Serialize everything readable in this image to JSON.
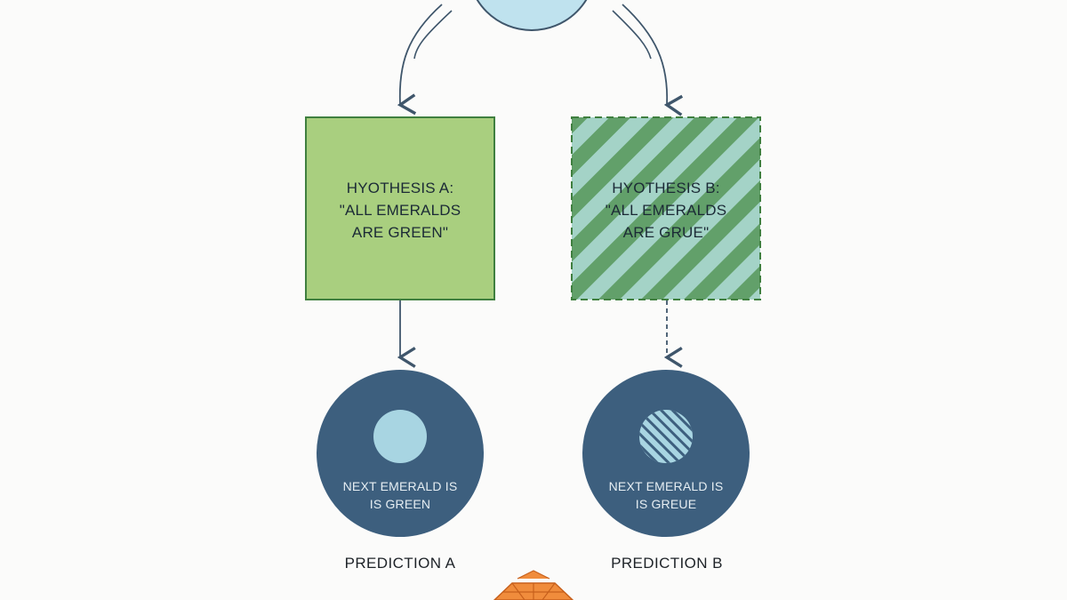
{
  "hypotheses": [
    {
      "id": "a",
      "lines": [
        "HYOTHESIS A:",
        "\"ALL EMERALDS",
        "ARE GREEN\""
      ],
      "fill": "#a9cf7f",
      "border": "#3f7f3f",
      "border_style": "solid"
    },
    {
      "id": "b",
      "lines": [
        "HYOTHESIS B:",
        "\"ALL EMERALDS",
        "ARE GRUE\""
      ],
      "fill": "#a4d3c7",
      "stripe": "#62a06a",
      "border": "#3f7f3f",
      "border_style": "dashed"
    }
  ],
  "predictions": [
    {
      "id": "a",
      "lines": [
        "NEXT EMERALD IS",
        "IS GREEN"
      ],
      "caption": "PREDICTION A",
      "inner_pattern": "solid"
    },
    {
      "id": "b",
      "lines": [
        "NEXT EMERALD IS",
        "IS GREUE"
      ],
      "caption": "PREDICTION B",
      "inner_pattern": "hatched"
    }
  ],
  "colors": {
    "background": "#fbfbfa",
    "arrow": "#3f566b",
    "prediction_circle": "#3d5f7e",
    "prediction_inner": "#a8d5e2",
    "top_circle": "#bfe2ee",
    "emerald_orange": "#f08c3c"
  },
  "icons": {
    "top_node": "cropped-source-circle",
    "bottom_gem": "emerald-gem-icon"
  }
}
